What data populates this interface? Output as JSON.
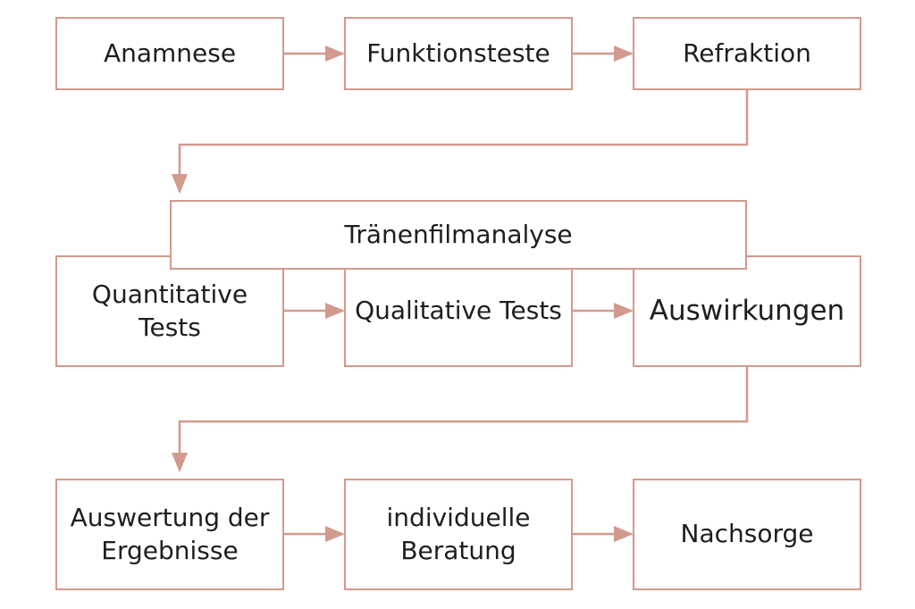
{
  "diagram": {
    "line_color": "#d29a8c",
    "row1": {
      "anamnese": "Anamnese",
      "funktionsteste": "Funktionsteste",
      "refraktion": "Refraktion"
    },
    "row2": {
      "header": "Tränenfilmanalyse",
      "quantitative": "Quantitative\nTests",
      "qualitative": "Qualitative Tests",
      "auswirkungen": "Auswirkungen"
    },
    "row3": {
      "auswertung": "Auswertung der\nErgebnisse",
      "beratung": "individuelle\nBeratung",
      "nachsorge": "Nachsorge"
    }
  }
}
